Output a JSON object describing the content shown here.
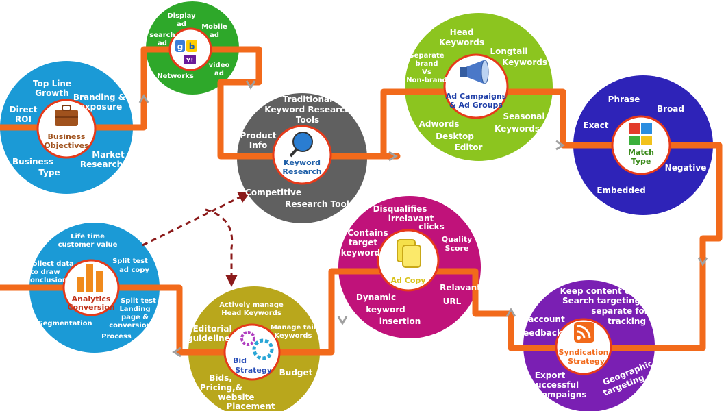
{
  "colors": {
    "path": "#f26a1b",
    "hub_ring": "#e63a1a",
    "hub_fill": "#ffffff",
    "business": "#1b9ad6",
    "networks": "#2ea82a",
    "keyword": "#606060",
    "adcampaigns": "#8cc51f",
    "matchtype": "#2e23b8",
    "analytics": "#1b9ad6",
    "bid": "#b9a71c",
    "adcopy": "#c0127a",
    "syndication": "#7a1fb3",
    "feedback_arrow": "#8b1a1a"
  },
  "nodes": {
    "business": {
      "title": [
        "Business",
        "Objectives"
      ],
      "icon": "briefcase-icon",
      "labels": [
        "Top Line",
        "Growth",
        "Branding &",
        "exposure",
        "Direct",
        "ROI",
        "Market",
        "Research",
        "Business",
        "Type"
      ]
    },
    "networks": {
      "icon": "search-engines-icon",
      "labels": [
        "Display",
        "ad",
        "Mobile",
        "ad",
        "search",
        "ad",
        "video",
        "ad",
        "Networks"
      ]
    },
    "keyword": {
      "title": [
        "Keyword",
        "Research"
      ],
      "icon": "magnifier-globe-icon",
      "labels": [
        "Traditional",
        "Keyword Research",
        "Tools",
        "Product",
        "Info",
        "Competitive",
        "Research Tool"
      ]
    },
    "adcampaigns": {
      "title": [
        "Ad Campaigns",
        "& Ad Groups"
      ],
      "icon": "megaphone-icon",
      "labels": [
        "Head",
        "Keywords",
        "Longtail",
        "Keywords",
        "Separate",
        "brand",
        "Vs",
        "Non-brand",
        "Adwords",
        "Desktop",
        "Editor",
        "Seasonal",
        "Keywords"
      ]
    },
    "matchtype": {
      "title": [
        "Match",
        "Type"
      ],
      "icon": "puzzle-icon",
      "labels": [
        "Phrase",
        "Broad",
        "Exact",
        "Negative",
        "Embedded"
      ]
    },
    "analytics": {
      "title": [
        "Analytics",
        "Conversion"
      ],
      "icon": "bar-chart-icon",
      "labels": [
        "Life time",
        "customer value",
        "Collect data",
        "to draw",
        "conclusion",
        "Split test",
        "ad copy",
        "Split test",
        "Landing",
        "page &",
        "conversion",
        "Process",
        "Segmentation"
      ]
    },
    "bid": {
      "title": [
        "Bid",
        "Strategy"
      ],
      "icon": "gears-icon",
      "labels": [
        "Actively manage",
        "Head Keywords",
        "Editorial",
        "guidelines",
        "Manage tail",
        "Keywords",
        "Budget",
        "Bids,",
        "Pricing,&",
        "website",
        "Placement"
      ]
    },
    "adcopy": {
      "title": [
        "Ad Copy"
      ],
      "icon": "documents-icon",
      "labels": [
        "Disqualifies",
        "irrelavant",
        "clicks",
        "Contains",
        "target",
        "keywords",
        "Quality",
        "Score",
        "Relavant",
        "URL",
        "Dynamic",
        "keyword",
        "insertion"
      ]
    },
    "syndication": {
      "title": [
        "Syndication",
        "Strategy"
      ],
      "icon": "rss-icon",
      "labels": [
        "Keep content &",
        "Search targeting",
        "separate for",
        "tracking",
        "account",
        "feedback",
        "Export",
        "successful",
        "compaigns",
        "Geographic",
        "targeting"
      ]
    }
  }
}
